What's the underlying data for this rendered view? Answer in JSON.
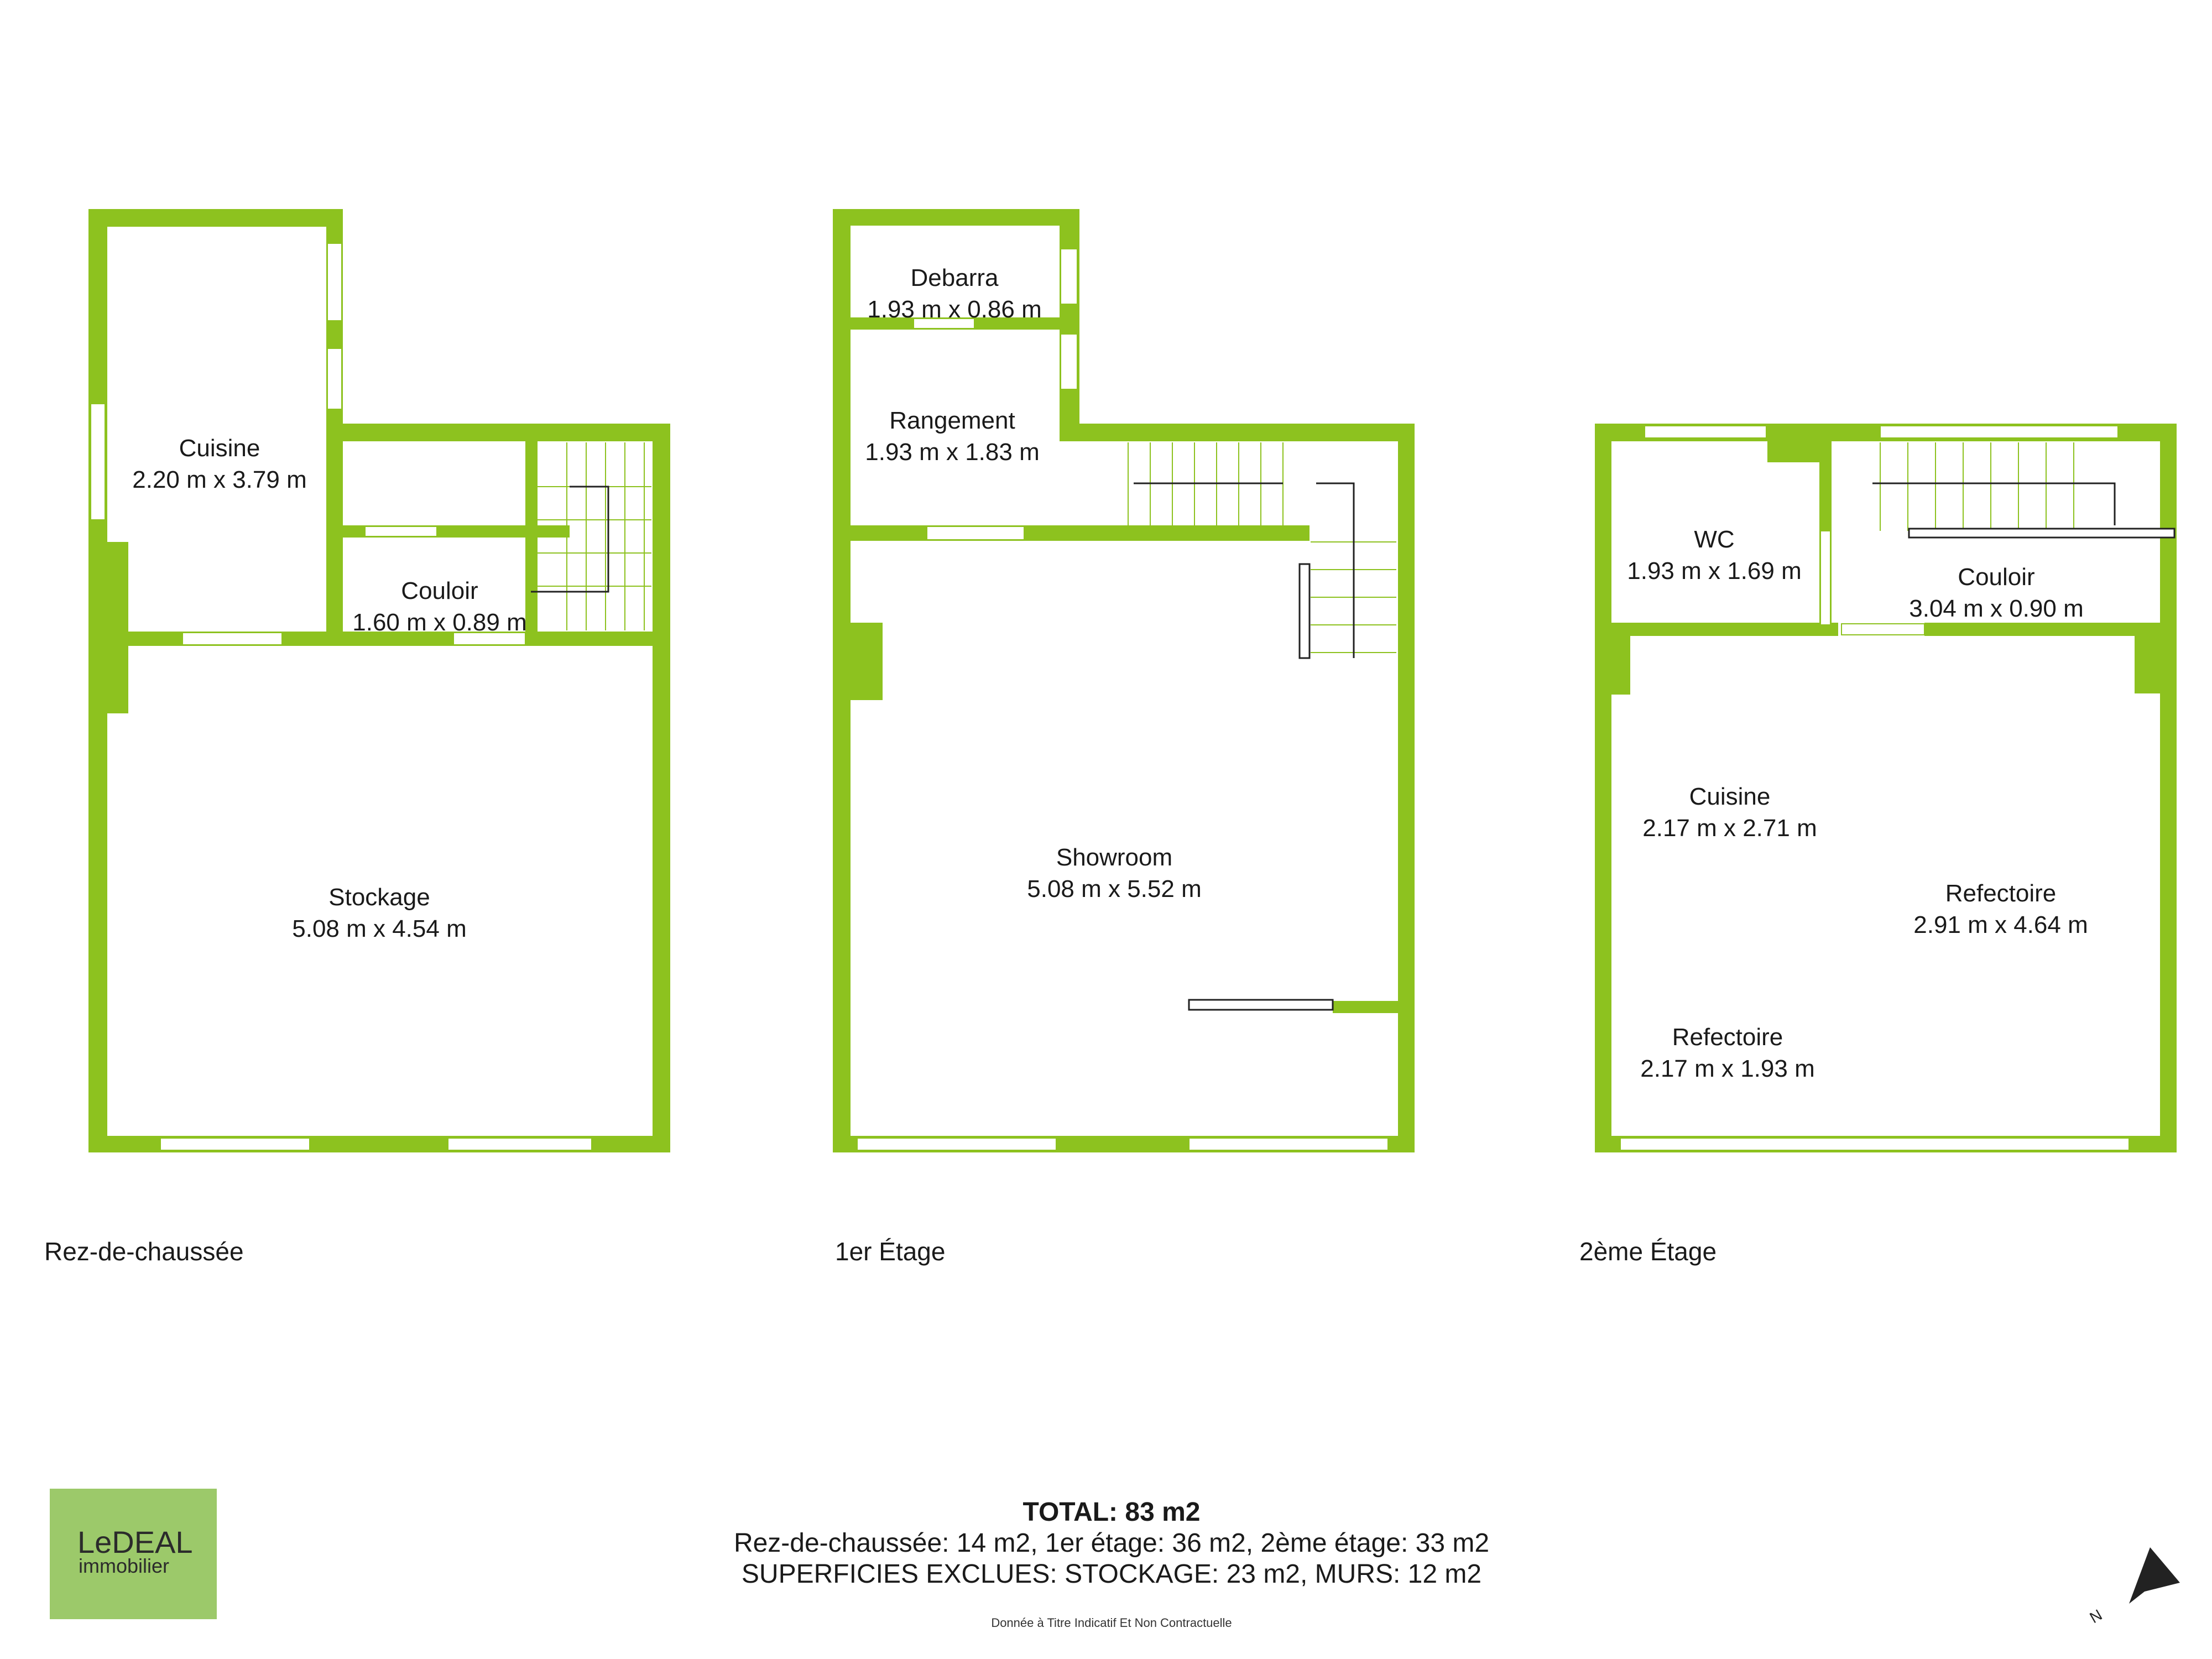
{
  "colors": {
    "wall": "#8dc21f",
    "logo_bg": "#9cc96a",
    "text": "#1a1a1a"
  },
  "floors": [
    {
      "label": "Rez-de-chaussée",
      "rooms": [
        {
          "name": "Cuisine",
          "dims": "2.20 m x 3.79 m"
        },
        {
          "name": "Couloir",
          "dims": "1.60 m x 0.89 m"
        },
        {
          "name": "Stockage",
          "dims": "5.08 m x 4.54 m"
        }
      ]
    },
    {
      "label": "1er Étage",
      "rooms": [
        {
          "name": "Debarra",
          "dims": "1.93 m x 0.86 m"
        },
        {
          "name": "Rangement",
          "dims": "1.93 m x 1.83 m"
        },
        {
          "name": "Showroom",
          "dims": "5.08 m x 5.52 m"
        }
      ]
    },
    {
      "label": "2ème Étage",
      "rooms": [
        {
          "name": "WC",
          "dims": "1.93 m x 1.69 m"
        },
        {
          "name": "Couloir",
          "dims": "3.04 m x 0.90 m"
        },
        {
          "name": "Cuisine",
          "dims": "2.17 m x 2.71 m"
        },
        {
          "name": "Refectoire",
          "dims": "2.91 m x 4.64 m"
        },
        {
          "name": "Refectoire",
          "dims": "2.17 m x 1.93 m"
        }
      ]
    }
  ],
  "summary": {
    "total": "TOTAL: 83 m2",
    "floors_line": "Rez-de-chaussée: 14 m2, 1er étage: 36 m2, 2ème étage: 33 m2",
    "excluded_line": "SUPERFICIES EXCLUES: STOCKAGE: 23 m2, MURS: 12 m2",
    "disclaimer": "Donnée à Titre Indicatif Et Non Contractuelle"
  },
  "logo": {
    "line1": "LeDEAL",
    "line2": "immobilier"
  },
  "compass": {
    "label": "N",
    "icon": "north-arrow-icon"
  }
}
